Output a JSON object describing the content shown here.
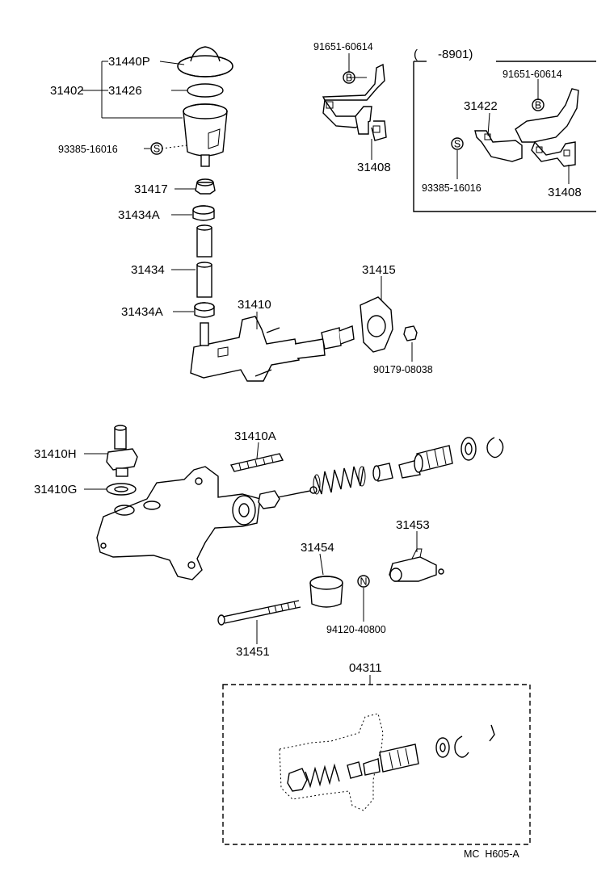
{
  "labels": {
    "p31440P": "31440P",
    "p31402": "31402",
    "p31426": "31426",
    "p93385_main": "93385-16016",
    "p31417": "31417",
    "p31434A_top": "31434A",
    "p31434": "31434",
    "p31434A_bot": "31434A",
    "p31410": "31410",
    "p31415": "31415",
    "p90179": "90179-08038",
    "p91651_main": "91651-60614",
    "p31408_main": "31408",
    "inset_header": "(      -8901)",
    "p91651_inset": "91651-60614",
    "p31422": "31422",
    "p93385_inset": "93385-16016",
    "p31408_inset": "31408",
    "p31410H": "31410H",
    "p31410A": "31410A",
    "p31410G": "31410G",
    "p31453": "31453",
    "p31454": "31454",
    "p94120": "94120-40800",
    "p31451": "31451",
    "p04311": "04311",
    "footer_code": "MC  H605-A"
  },
  "symbols": {
    "s_main": "S",
    "s_inset": "S",
    "b_main": "B",
    "b_inset": "B",
    "n_main": "N"
  }
}
